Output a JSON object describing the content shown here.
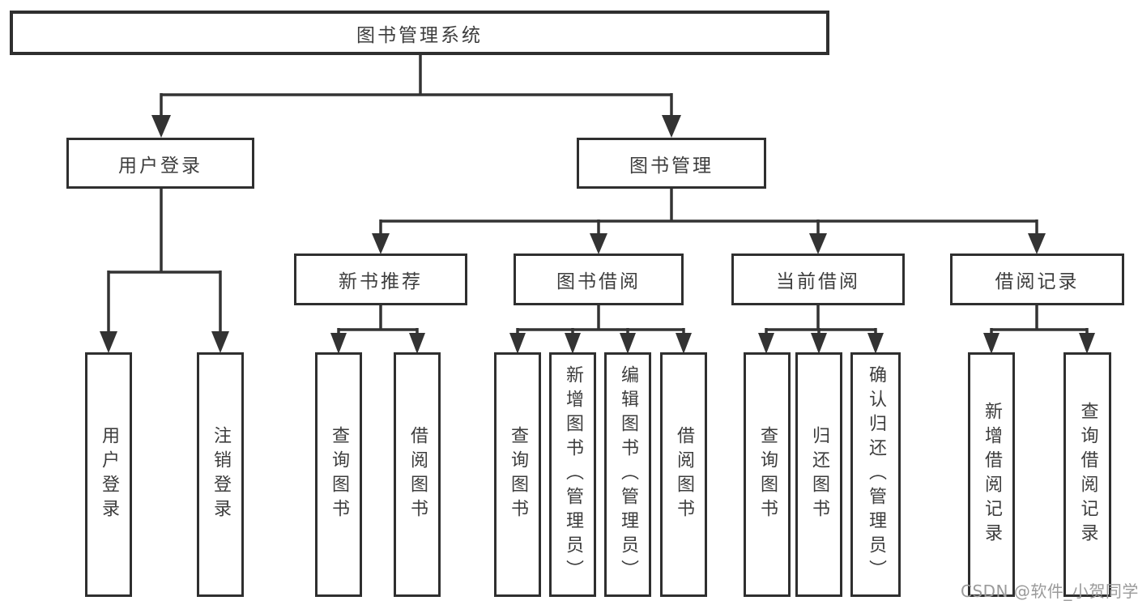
{
  "tree": {
    "root_label": "图书管理系统",
    "level2": [
      {
        "label": "用户登录"
      },
      {
        "label": "图书管理"
      }
    ],
    "level3": [
      {
        "label": "新书推荐"
      },
      {
        "label": "图书借阅"
      },
      {
        "label": "当前借阅"
      },
      {
        "label": "借阅记录"
      }
    ],
    "leaves": [
      {
        "label": "用户登录",
        "parent": "用户登录"
      },
      {
        "label": "注销登录",
        "parent": "用户登录"
      },
      {
        "label": "查询图书",
        "parent": "新书推荐"
      },
      {
        "label": "借阅图书",
        "parent": "新书推荐"
      },
      {
        "label": "查询图书",
        "parent": "图书借阅"
      },
      {
        "label": "新增图书（管理员）",
        "parent": "图书借阅"
      },
      {
        "label": "编辑图书（管理员）",
        "parent": "图书借阅"
      },
      {
        "label": "借阅图书",
        "parent": "图书借阅"
      },
      {
        "label": "查询图书",
        "parent": "当前借阅"
      },
      {
        "label": "归还图书",
        "parent": "当前借阅"
      },
      {
        "label": "确认归还（管理员）",
        "parent": "当前借阅"
      },
      {
        "label": "新增借阅记录",
        "parent": "借阅记录"
      },
      {
        "label": "查询借阅记录",
        "parent": "借阅记录"
      }
    ]
  },
  "watermark": {
    "text": "CSDN @软件_小贺同学"
  },
  "colors": {
    "line": "#333333",
    "box_border": "#2f2f2f",
    "text": "#3d3d3d",
    "watermark": "#9a9a9a",
    "background": "#ffffff"
  }
}
